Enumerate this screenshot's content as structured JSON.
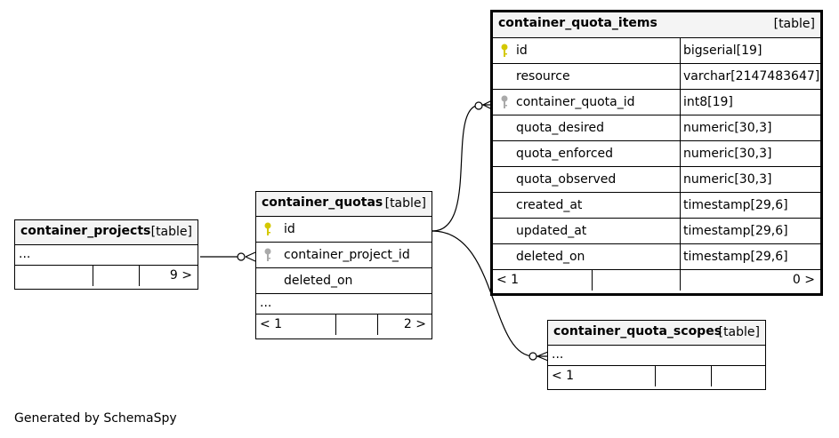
{
  "tables": {
    "container_projects": {
      "name": "container_projects",
      "type": "[table]",
      "ellipsis": "...",
      "footer_left": "",
      "footer_right": "9 >"
    },
    "container_quotas": {
      "name": "container_quotas",
      "type": "[table]",
      "columns": [
        {
          "name": "id",
          "key": "primary-key-icon"
        },
        {
          "name": "container_project_id",
          "key": "foreign-key-icon"
        },
        {
          "name": "deleted_on",
          "key": ""
        }
      ],
      "ellipsis": "...",
      "footer_left": "< 1",
      "footer_right": "2 >"
    },
    "container_quota_items": {
      "name": "container_quota_items",
      "type": "[table]",
      "columns": [
        {
          "name": "id",
          "type": "bigserial[19]",
          "key": "primary-key-icon"
        },
        {
          "name": "resource",
          "type": "varchar[2147483647]",
          "key": ""
        },
        {
          "name": "container_quota_id",
          "type": "int8[19]",
          "key": "foreign-key-icon"
        },
        {
          "name": "quota_desired",
          "type": "numeric[30,3]",
          "key": ""
        },
        {
          "name": "quota_enforced",
          "type": "numeric[30,3]",
          "key": ""
        },
        {
          "name": "quota_observed",
          "type": "numeric[30,3]",
          "key": ""
        },
        {
          "name": "created_at",
          "type": "timestamp[29,6]",
          "key": ""
        },
        {
          "name": "updated_at",
          "type": "timestamp[29,6]",
          "key": ""
        },
        {
          "name": "deleted_on",
          "type": "timestamp[29,6]",
          "key": ""
        }
      ],
      "footer_left": "< 1",
      "footer_right": "0 >"
    },
    "container_quota_scopes": {
      "name": "container_quota_scopes",
      "type": "[table]",
      "ellipsis": "...",
      "footer_left": "< 1",
      "footer_right": ""
    }
  },
  "colors": {
    "primary_key": "#d4c800",
    "foreign_key": "#aaaaaa",
    "header_bg": "#f4f4f4"
  },
  "credit": "Generated by SchemaSpy"
}
